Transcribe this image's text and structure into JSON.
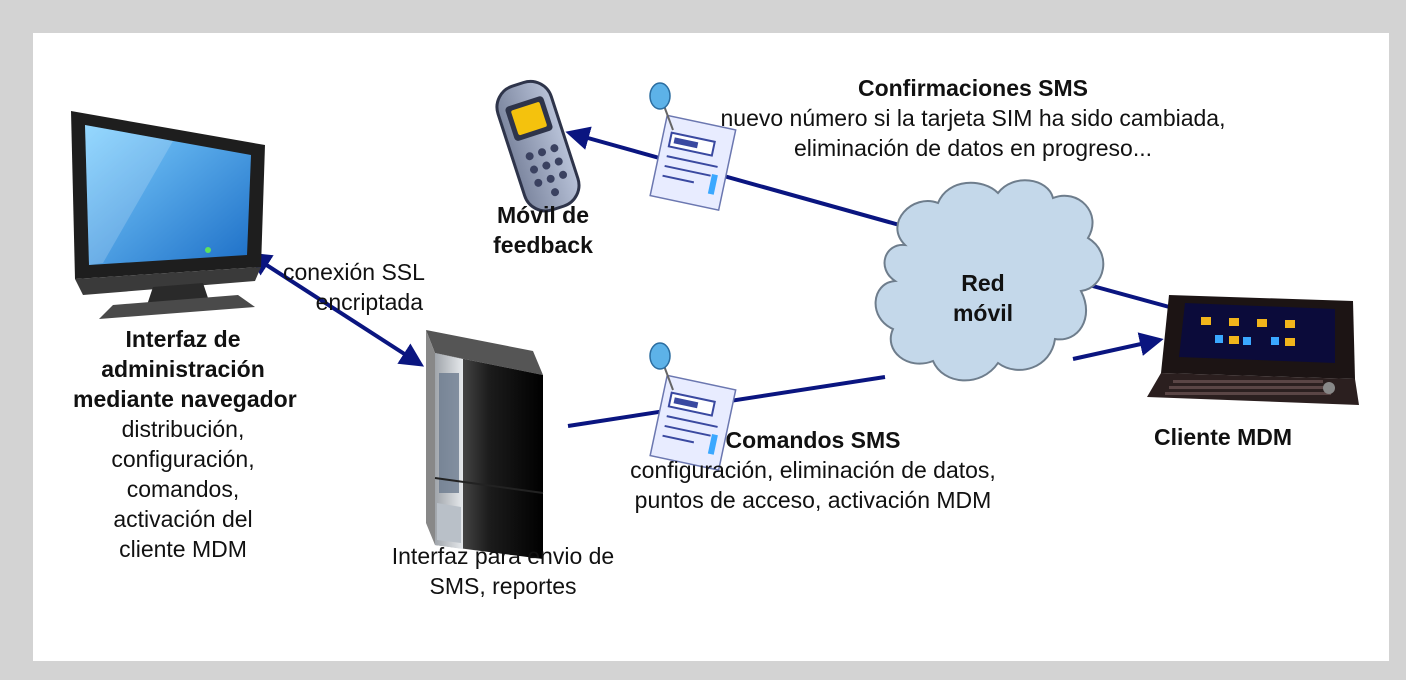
{
  "colors": {
    "background": "#d3d3d3",
    "canvas": "#ffffff",
    "link": "#0a1580",
    "cloud_fill": "#c4d8ea",
    "cloud_stroke": "#6e7d8c"
  },
  "nodes": {
    "admin": {
      "icon": "monitor-icon",
      "title_lines": [
        "Interfaz de",
        "administración",
        "mediante navegador"
      ],
      "desc_lines": [
        "distribución,",
        "configuración,",
        "comandos,",
        "activación del",
        "cliente MDM"
      ]
    },
    "server": {
      "icon": "server-icon",
      "desc_lines": [
        "Interfaz para envio de",
        "SMS, reportes"
      ]
    },
    "feedback": {
      "icon": "phone-icon",
      "title_lines": [
        "Móvil de",
        "feedback"
      ]
    },
    "network": {
      "icon": "cloud-icon",
      "title_lines": [
        "Red",
        "móvil"
      ]
    },
    "client": {
      "icon": "smartphone-icon",
      "title": "Cliente MDM"
    }
  },
  "links": {
    "ssl": {
      "label_lines": [
        "conexión SSL",
        "encriptada"
      ]
    },
    "confirmations": {
      "title": "Confirmaciones SMS",
      "desc_lines": [
        "nuevo número si la tarjeta SIM ha sido cambiada,",
        "eliminación de datos en progreso..."
      ]
    },
    "commands": {
      "title": "Comandos SMS",
      "desc_lines": [
        "configuración, eliminación de datos,",
        "puntos de acceso, activación MDM"
      ]
    }
  },
  "notes": {
    "icon": "pinned-note-icon"
  }
}
